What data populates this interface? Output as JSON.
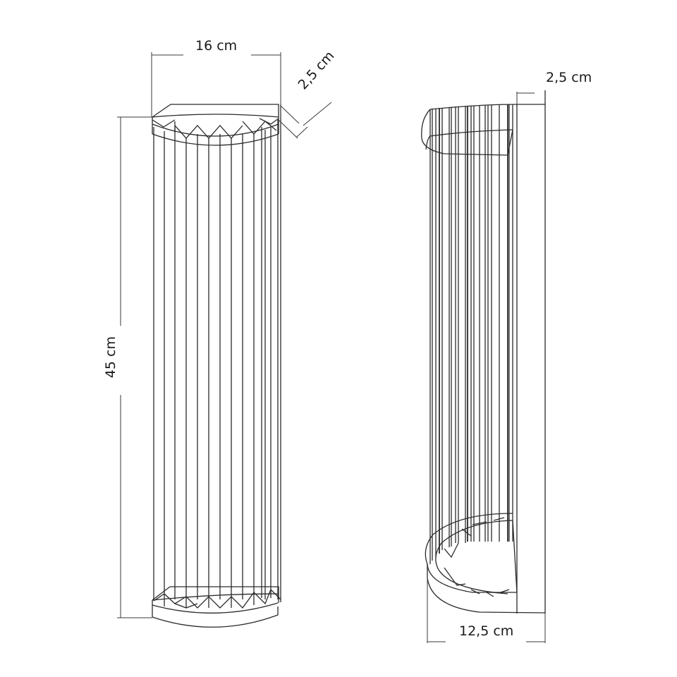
{
  "figure": {
    "type": "technical-dimension-drawing",
    "subject": "fluted half-cylinder wall sconce",
    "views": [
      {
        "name": "front-view"
      },
      {
        "name": "side-view"
      }
    ]
  },
  "dimensions": {
    "front_width": "16 cm",
    "front_height": "45 cm",
    "front_depth": "2,5 cm",
    "side_wall_depth": "2,5 cm",
    "side_width": "12,5 cm"
  },
  "colors": {
    "line": "#2a2a2a",
    "dimension_line": "#3a3a3a",
    "background": "#ffffff"
  }
}
